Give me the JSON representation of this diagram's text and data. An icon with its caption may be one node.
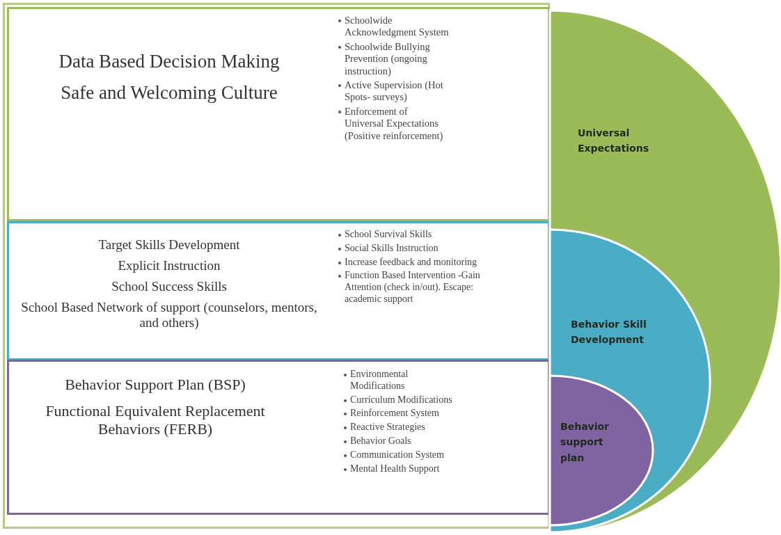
{
  "diagram": {
    "nodes": [
      {
        "text": [
          "Data Based Decision Making",
          "Safe and Welcoming Culture",
          "Schoolwide Acknowledgment System",
          "Schoolwide Bullying Prevention (ongoing instruction)",
          "Active Supervision (Hot Spots- surveys)",
          "Enforcement of Universal Expectations (Positive reinforcement)"
        ]
      },
      {
        "text": [
          "Target Skills Development",
          "Explicit Instruction",
          "School Success Skills",
          "School Based Network of support (counselors, mentors, and others)",
          "School Survival Skills",
          "Social Skills Instruction",
          "Increase feedback and monitoring",
          "Function Based Intervention -Gain Attention (check in/out). Escape: academic support"
        ]
      },
      {
        "text": [
          "Behavior Support Plan (BSP)",
          "Functional Equivalent Replacement Behaviors (FERB)",
          "Environmental Modifications",
          "Curriculum Modifications",
          "Reinforcement System",
          "Reactive Strategies",
          "Behavior Goals",
          "Communication System",
          "Mental Health Support"
        ]
      },
      {
        "text": [
          "Universal Expectations"
        ]
      },
      {
        "text": [
          "Behavior Skill Development"
        ],
        "in": 3
      },
      {
        "text": [
          "Behavior support plan"
        ],
        "in": 4
      }
    ]
  }
}
